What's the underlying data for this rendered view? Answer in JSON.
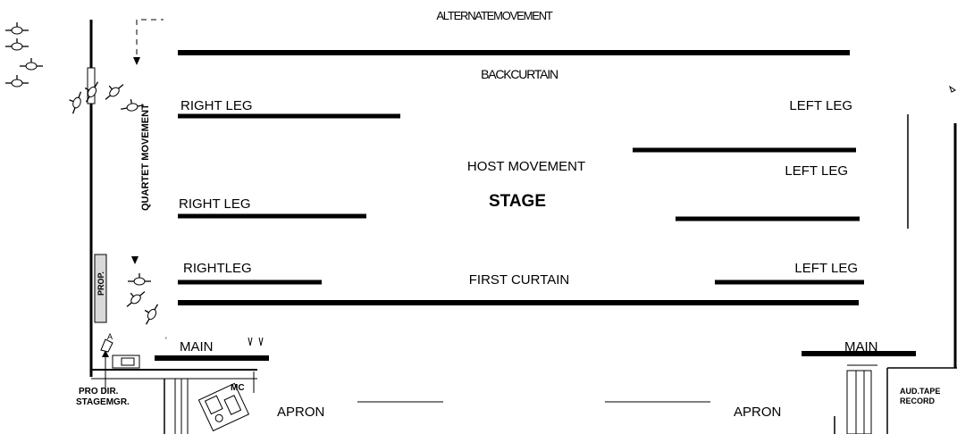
{
  "labels": {
    "alternate_movement": "ALTERNATEMOVEMENT",
    "back_curtain": "BACKCURTAIN",
    "quartet_movement": "QUARTET MOVEMENT",
    "right_leg_1": "RIGHT LEG",
    "left_leg_1": "LEFT LEG",
    "host_movement": "HOST MOVEMENT",
    "left_leg_2": "LEFT LEG",
    "stage": "STAGE",
    "right_leg_2": "RIGHT LEG",
    "right_leg_3": "RIGHTLEG",
    "left_leg_3": "LEFT LEG",
    "first_curtain": "FIRST CURTAIN",
    "prop": "PROP.",
    "main_left": "MAIN",
    "main_right": "MAIN",
    "pro_dir": "PRO DIR.",
    "stage_mgr": "STAGEMGR.",
    "mc": "MC",
    "apron_left": "APRON",
    "apron_right": "APRON",
    "aud_tape": "AUD.TAPE",
    "record": "RECORD"
  },
  "colors": {
    "ink": "#000000",
    "paper": "#ffffff",
    "prop_box": "#d9d9d9"
  },
  "icons": {
    "performer": "performer-icon",
    "direction_arrow": "arrow-down-icon",
    "mc_desk": "mc-desk-icon"
  }
}
